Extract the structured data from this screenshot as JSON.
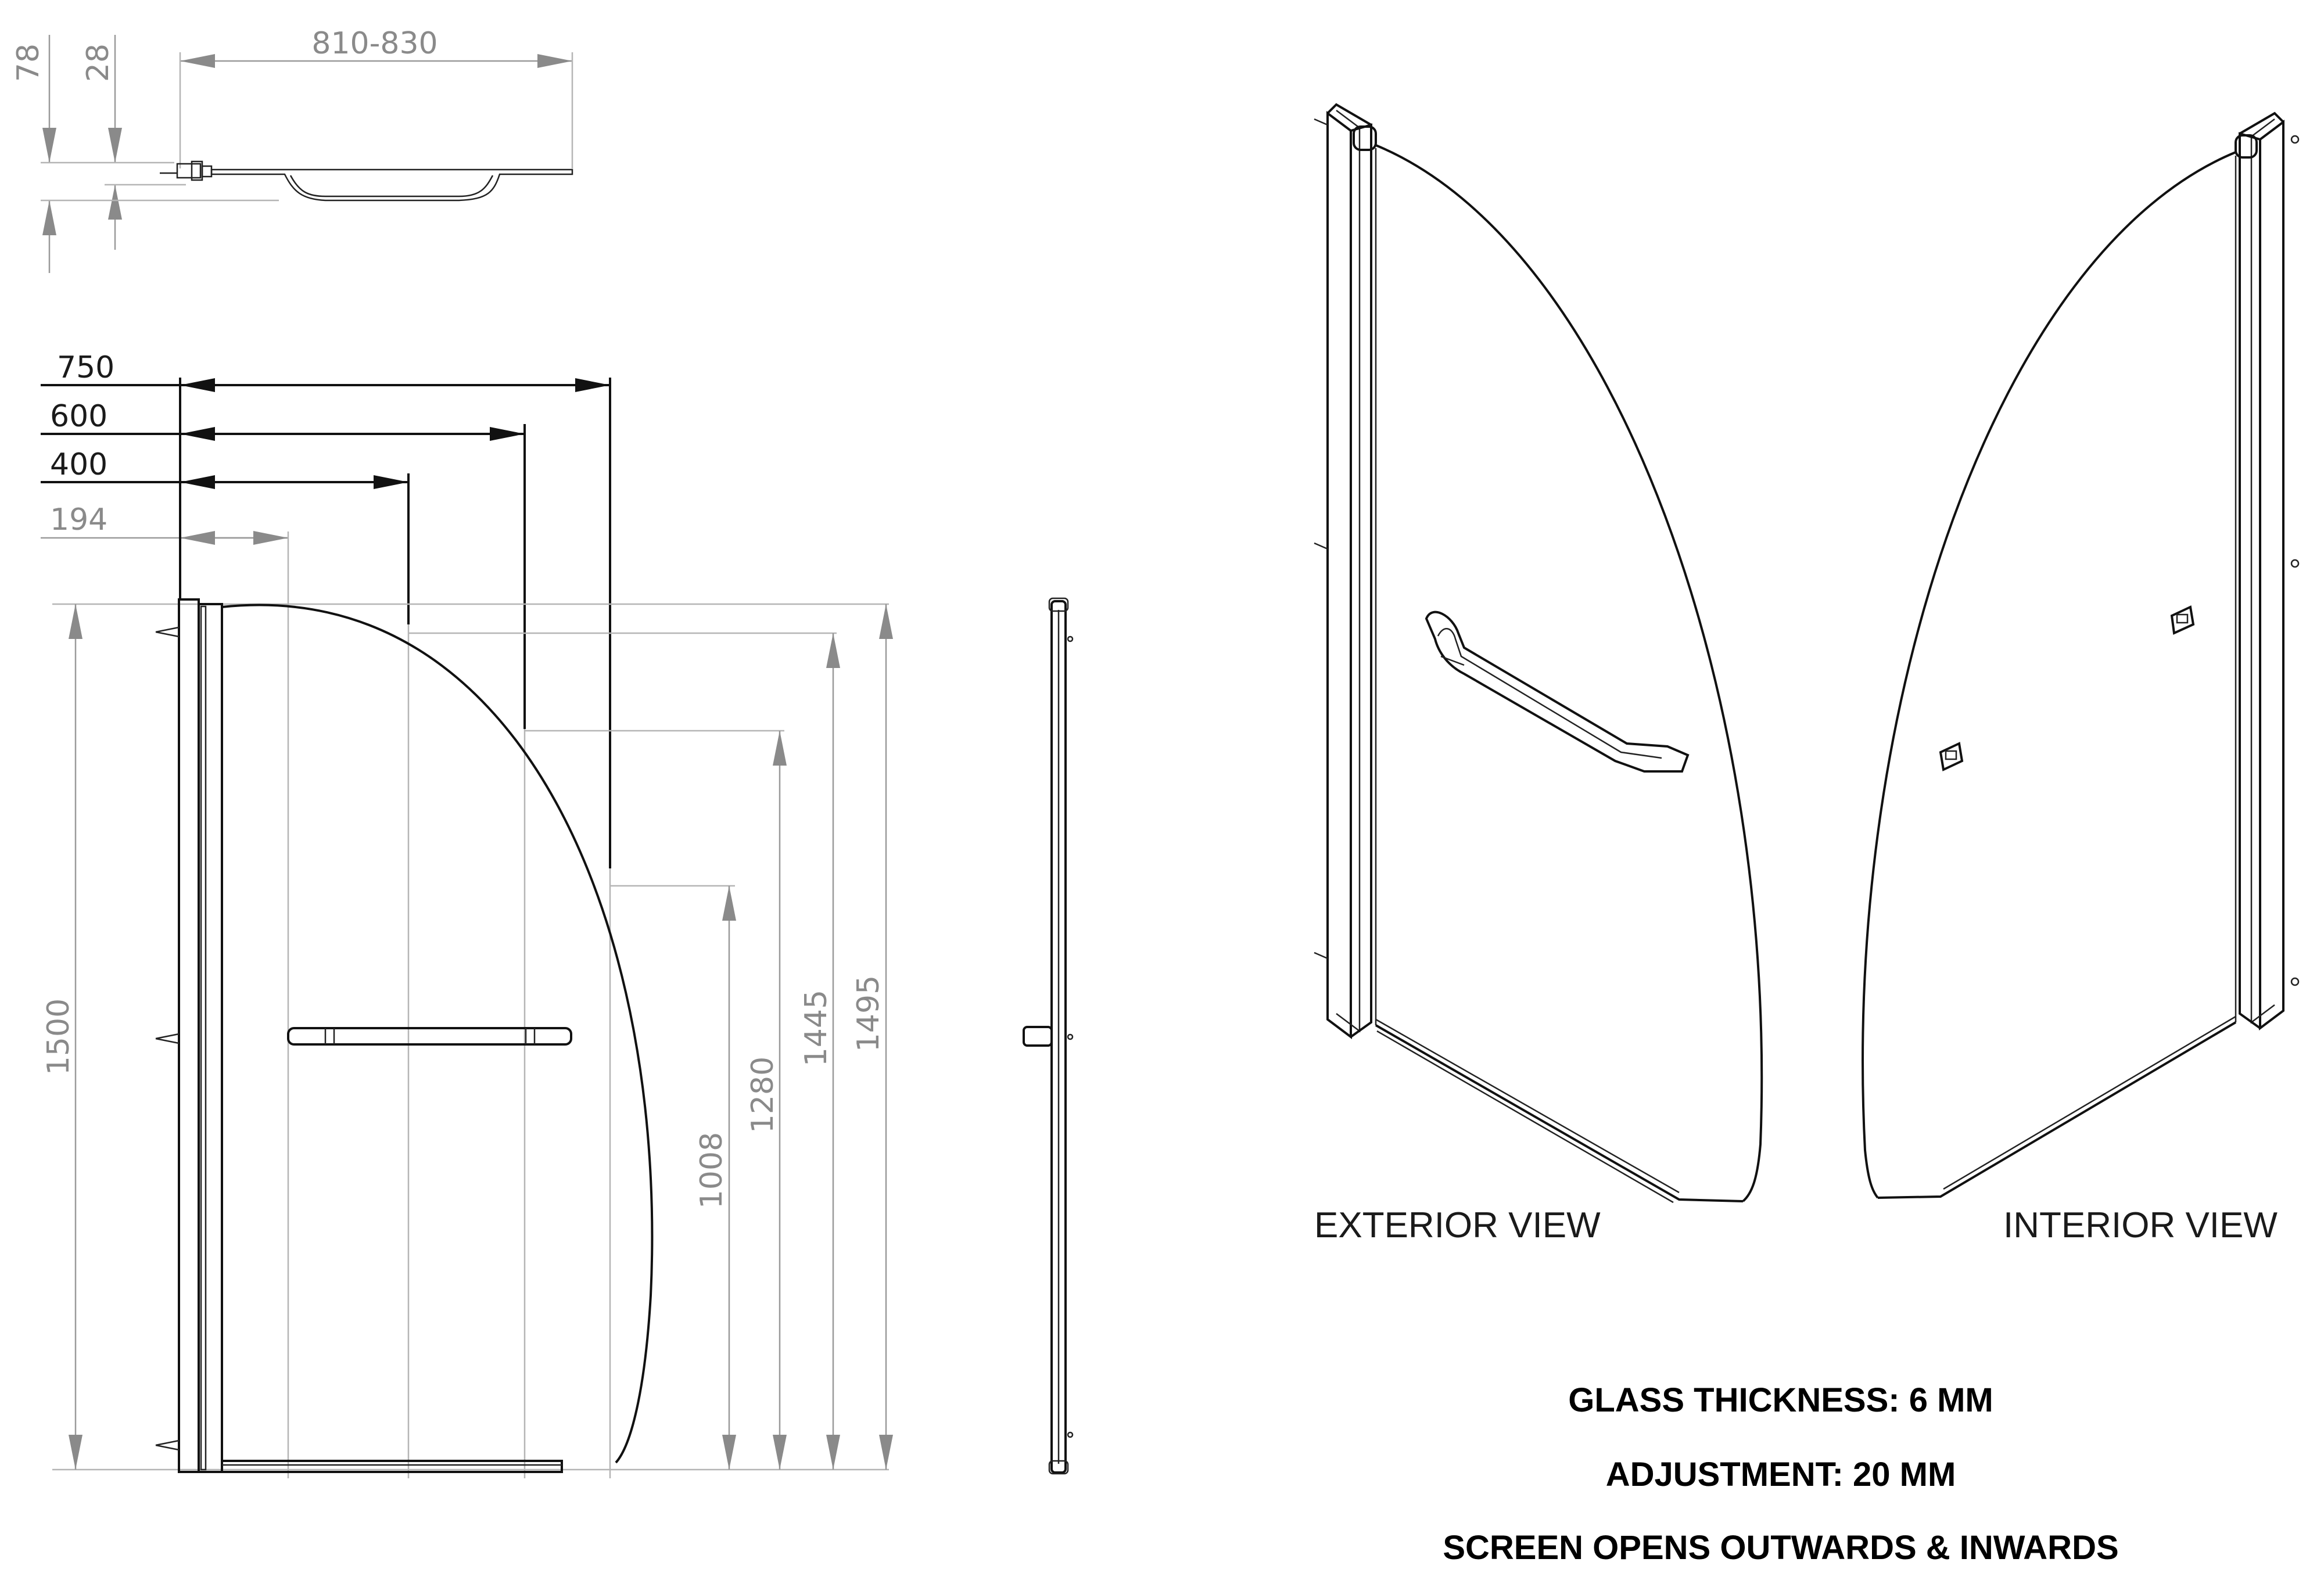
{
  "plan_view": {
    "width_dim": "810-830",
    "depth_dims": [
      "78",
      "28"
    ]
  },
  "front_view": {
    "width_dims": [
      "750",
      "600",
      "400",
      "194"
    ],
    "height_dims": [
      "1500",
      "1008",
      "1280",
      "1445",
      "1495"
    ]
  },
  "iso_views": {
    "exterior_label": "EXTERIOR VIEW",
    "interior_label": "INTERIOR VIEW"
  },
  "notes": [
    "GLASS THICKNESS: 6 MM",
    "ADJUSTMENT: 20 MM",
    "SCREEN OPENS OUTWARDS & INWARDS"
  ]
}
